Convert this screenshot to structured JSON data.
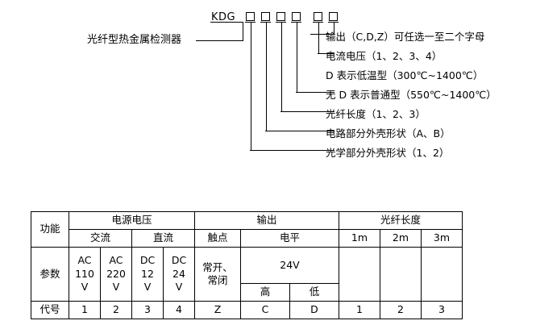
{
  "diagram": {
    "product_name": "光纤型热金属检测器",
    "code_prefix": "KDG",
    "box_count": 6,
    "labels": [
      "输出（C,D,Z）可任选一至二个字母",
      "电流电压（1、2、3、4）",
      "D 表示低温型（300℃~1400℃）",
      "无 D 表示普通型（550℃~1400℃）",
      "光纤长度（1、2、3）",
      "电路部分外壳形状（A、B）",
      "光学部分外壳形状（1、2）"
    ]
  },
  "table": {
    "header": {
      "function": "功能",
      "power_voltage": "电源电压",
      "output": "输出",
      "fiber_length": "光纤长度"
    },
    "subheader": {
      "ac": "交流",
      "dc": "直流",
      "contact": "触点",
      "level": "电平",
      "len_1m": "1m",
      "len_2m": "2m",
      "len_3m": "3m"
    },
    "param_row_label": "参数",
    "params": {
      "ac110": [
        "AC",
        "110",
        "V"
      ],
      "ac220": [
        "AC",
        "220",
        "V"
      ],
      "dc12": [
        "DC",
        "12",
        "V"
      ],
      "dc24": [
        "DC",
        "24",
        "V"
      ],
      "contact": [
        "常开、",
        "常闭"
      ],
      "level_value": "24V",
      "level_high": "高",
      "level_low": "低",
      "len_1m": "",
      "len_2m": "",
      "len_3m": ""
    },
    "code_row_label": "代号",
    "codes": {
      "ac110": "1",
      "ac220": "2",
      "dc12": "3",
      "dc24": "4",
      "contact": "Z",
      "level_high": "C",
      "level_low": "D",
      "len_1m": "1",
      "len_2m": "2",
      "len_3m": "3"
    }
  }
}
